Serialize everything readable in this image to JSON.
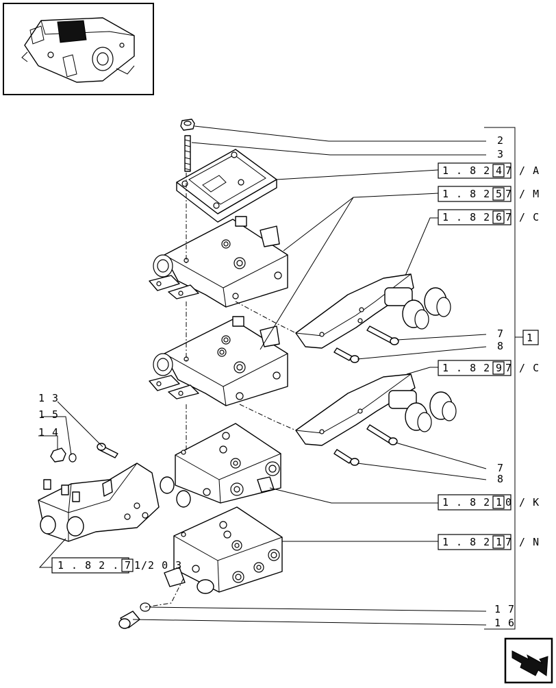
{
  "thumbnail": {
    "icon": "valve-assembly-thumbnail-icon"
  },
  "nav": {
    "icon": "next-page-arrow-icon"
  },
  "callouts": {
    "c2": "2",
    "c3": "3",
    "c7a": "7",
    "c8a": "8",
    "c7b": "7",
    "c8b": "8",
    "c13": "1 3",
    "c15": "1 5",
    "c14": "1 4",
    "c17": "1 7",
    "c16": "1 6",
    "assembly": "1"
  },
  "references": [
    {
      "prefix": "1 . 8 2",
      "boxed": "4",
      "suffix": "7 / A"
    },
    {
      "prefix": "1 . 8 2",
      "boxed": "5",
      "suffix": "7 / M"
    },
    {
      "prefix": "1 . 8 2",
      "boxed": "6",
      "suffix": "7 / C"
    },
    {
      "prefix": "1 . 8 2",
      "boxed": "9",
      "suffix": "7 / C"
    },
    {
      "prefix": "1 . 8 2",
      "boxed": "1",
      "suffix": "0 / K"
    },
    {
      "prefix": "1 . 8 2",
      "boxed": "1",
      "suffix": "7 / N"
    },
    {
      "prefix": "1 . 8 2 .",
      "boxed": "7",
      "suffix": "1/2 0 3"
    }
  ]
}
